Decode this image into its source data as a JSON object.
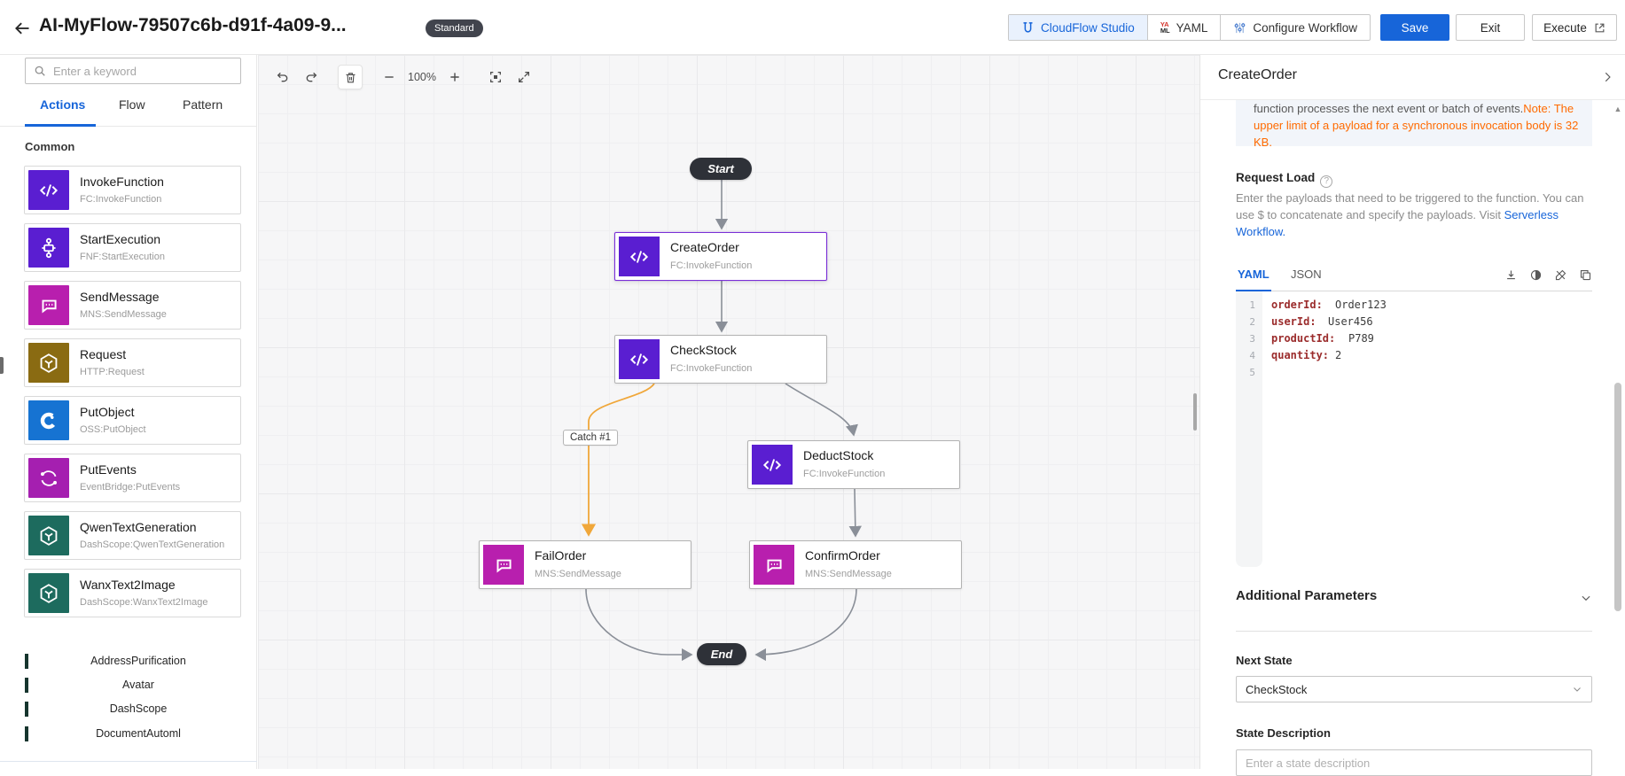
{
  "topbar": {
    "title": "AI-MyFlow-79507c6b-d91f-4a09-9...",
    "badge": "Standard",
    "nav": [
      {
        "label": "CloudFlow Studio",
        "icon": "studio-icon",
        "active": true
      },
      {
        "label": "YAML",
        "icon": "yaml-icon",
        "icon_top": "YA",
        "icon_bottom": "ML",
        "active": false
      },
      {
        "label": "Configure Workflow",
        "icon": "sliders-icon",
        "active": false
      }
    ],
    "save_label": "Save",
    "exit_label": "Exit",
    "execute_label": "Execute"
  },
  "sidebar": {
    "search_placeholder": "Enter a keyword",
    "tabs": [
      {
        "label": "Actions"
      },
      {
        "label": "Flow"
      },
      {
        "label": "Pattern"
      }
    ],
    "section_label": "Common",
    "actions": [
      {
        "title": "InvokeFunction",
        "subtitle": "FC:InvokeFunction",
        "color": "#5a1ed1"
      },
      {
        "title": "StartExecution",
        "subtitle": "FNF:StartExecution",
        "color": "#5a1ed1"
      },
      {
        "title": "SendMessage",
        "subtitle": "MNS:SendMessage",
        "color": "#b81fae"
      },
      {
        "title": "Request",
        "subtitle": "HTTP:Request",
        "color": "#8a6b12"
      },
      {
        "title": "PutObject",
        "subtitle": "OSS:PutObject",
        "color": "#1673d2"
      },
      {
        "title": "PutEvents",
        "subtitle": "EventBridge:PutEvents",
        "color": "#a51fb0"
      },
      {
        "title": "QwenTextGeneration",
        "subtitle": "DashScope:QwenTextGeneration",
        "color": "#1d6b5e"
      },
      {
        "title": "WanxText2Image",
        "subtitle": "DashScope:WanxText2Image",
        "color": "#1d6b5e"
      }
    ],
    "categories": [
      {
        "label": "AddressPurification"
      },
      {
        "label": "Avatar"
      },
      {
        "label": "DashScope"
      },
      {
        "label": "DocumentAutoml"
      }
    ]
  },
  "canvas": {
    "zoom_level": "100%",
    "start_label": "Start",
    "end_label": "End",
    "catch_label": "Catch #1",
    "nodes": [
      {
        "title": "CreateOrder",
        "subtitle": "FC:InvokeFunction",
        "color": "#5a1ed1",
        "selected": true
      },
      {
        "title": "CheckStock",
        "subtitle": "FC:InvokeFunction",
        "color": "#5a1ed1"
      },
      {
        "title": "DeductStock",
        "subtitle": "FC:InvokeFunction",
        "color": "#5a1ed1"
      },
      {
        "title": "FailOrder",
        "subtitle": "MNS:SendMessage",
        "color": "#b81fae"
      },
      {
        "title": "ConfirmOrder",
        "subtitle": "MNS:SendMessage",
        "color": "#b81fae"
      }
    ],
    "edge_colors": {
      "normal": "#8a8f98",
      "error": "#f0a73a"
    }
  },
  "panel": {
    "title": "CreateOrder",
    "info_plain": "function processes the next event or batch of events.",
    "info_note": "Note: The upper limit of a payload for a synchronous invocation body is 32 KB.",
    "request_load_label": "Request Load",
    "request_desc": "Enter the payloads that need to be triggered to the function. You can use $ to concatenate and specify the payloads. Visit ",
    "request_link": "Serverless Workflow.",
    "editor_tabs": [
      {
        "label": "YAML"
      },
      {
        "label": "JSON"
      }
    ],
    "code": {
      "lines": [
        {
          "n": "1",
          "key": "orderId: ",
          "value": "Order123"
        },
        {
          "n": "2",
          "key": "userId: ",
          "value": "User456"
        },
        {
          "n": "3",
          "key": "productId: ",
          "value": "P789"
        },
        {
          "n": "4",
          "key": "quantity: ",
          "value": "2"
        },
        {
          "n": "5",
          "key": "",
          "value": ""
        }
      ]
    },
    "additional_label": "Additional Parameters",
    "next_state_label": "Next State",
    "next_state_value": "CheckStock",
    "state_desc_label": "State Description",
    "state_desc_placeholder": "Enter a state description"
  }
}
